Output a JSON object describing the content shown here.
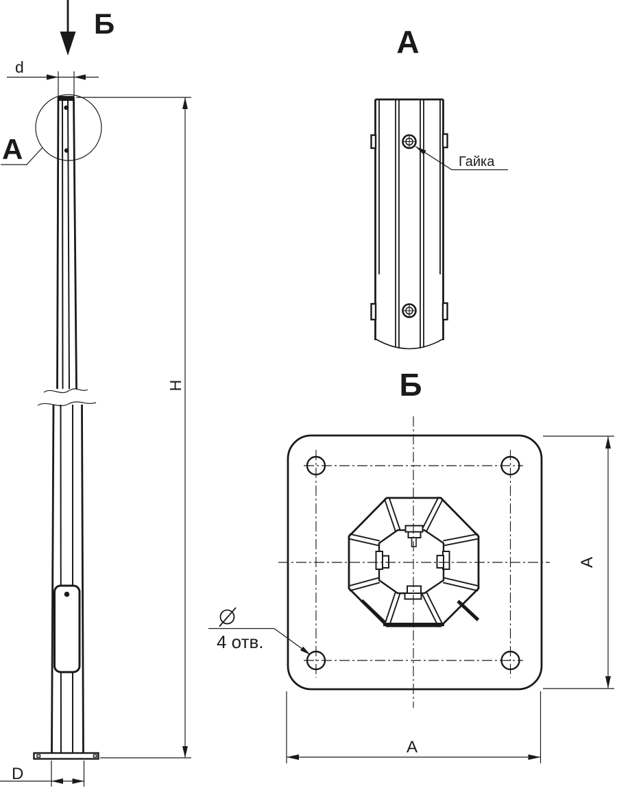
{
  "front_view": {
    "view_direction_label": "Б",
    "detail_callout_label": "А",
    "dim_top_width_label": "d",
    "dim_height_label": "H",
    "dim_base_width_label": "D"
  },
  "detail_view_a": {
    "title": "А",
    "nut_callout_label": "Гайка"
  },
  "bottom_view_b": {
    "title": "Б",
    "plate_height_dim_label": "А",
    "plate_width_dim_label": "А",
    "holes_count_note": "4 отв.",
    "diameter_symbol": "⌀"
  },
  "colors": {
    "line": "#1a1a1a",
    "background": "#ffffff"
  }
}
